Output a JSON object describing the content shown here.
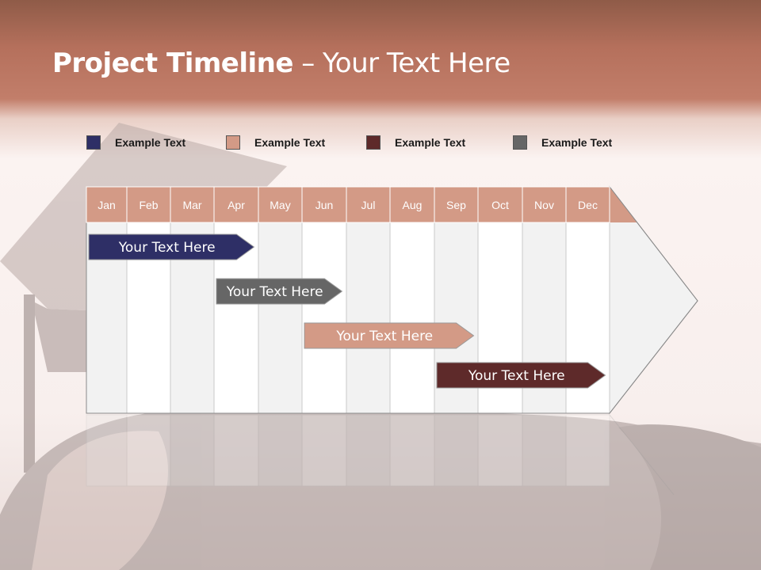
{
  "title": {
    "bold": "Project Timeline",
    "rest": " – Your Text Here"
  },
  "legend": [
    {
      "label": "Example Text",
      "color": "#2e2f66"
    },
    {
      "label": "Example Text",
      "color": "#d39a86"
    },
    {
      "label": "Example Text",
      "color": "#5e2a2a"
    },
    {
      "label": "Example Text",
      "color": "#666666"
    }
  ],
  "months": [
    "Jan",
    "Feb",
    "Mar",
    "Apr",
    "May",
    "Jun",
    "Jul",
    "Aug",
    "Sep",
    "Oct",
    "Nov",
    "Dec"
  ],
  "colors": {
    "header": "#d39a86",
    "band_dark": "#f2f2f2",
    "band_light": "#ffffff",
    "grid": "#c9c9c9"
  },
  "tasks": [
    {
      "label": "Your  Text Here",
      "start_month": "Jan",
      "end_month": "Apr",
      "color": "#2e2f66"
    },
    {
      "label": "Your  Text Here",
      "start_month": "Apr",
      "end_month": "Jun",
      "color": "#666666"
    },
    {
      "label": "Your  Text Here",
      "start_month": "Jun",
      "end_month": "Sep",
      "color": "#d39a86"
    },
    {
      "label": "Your  Text Here",
      "start_month": "Sep",
      "end_month": "Dec",
      "color": "#5e2a2a"
    }
  ]
}
